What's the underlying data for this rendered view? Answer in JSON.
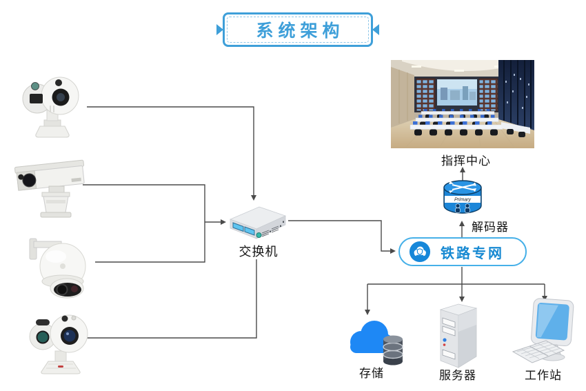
{
  "title": {
    "text": "系统架构"
  },
  "nodes": {
    "cameras": {
      "icons": [
        "ptz-dual-sensor-camera",
        "long-range-laser-camera",
        "speed-dome-camera",
        "ptz-dual-sensor-camera"
      ]
    },
    "switch": {
      "label": "交换机",
      "icon": "network-switch"
    },
    "command_center": {
      "label": "指挥中心",
      "icon": "control-room-photo"
    },
    "decoder": {
      "label": "解码器",
      "icon": "router-cylinder",
      "badge": "Primary"
    },
    "network": {
      "label": "铁路专网",
      "icon": "cloud-shield"
    },
    "storage": {
      "label": "存储",
      "icon": "cloud-database"
    },
    "server": {
      "label": "服务器",
      "icon": "server-tower"
    },
    "workstation": {
      "label": "工作站",
      "icon": "desktop-computer"
    }
  },
  "colors": {
    "accent": "#3e9fd9",
    "line": "#4a4a4a",
    "pill_border": "#46b0e8",
    "network_text": "#1789d2",
    "icon_circle": "#1687d9",
    "cloud": "#1e88f5",
    "label_text": "#141414"
  }
}
